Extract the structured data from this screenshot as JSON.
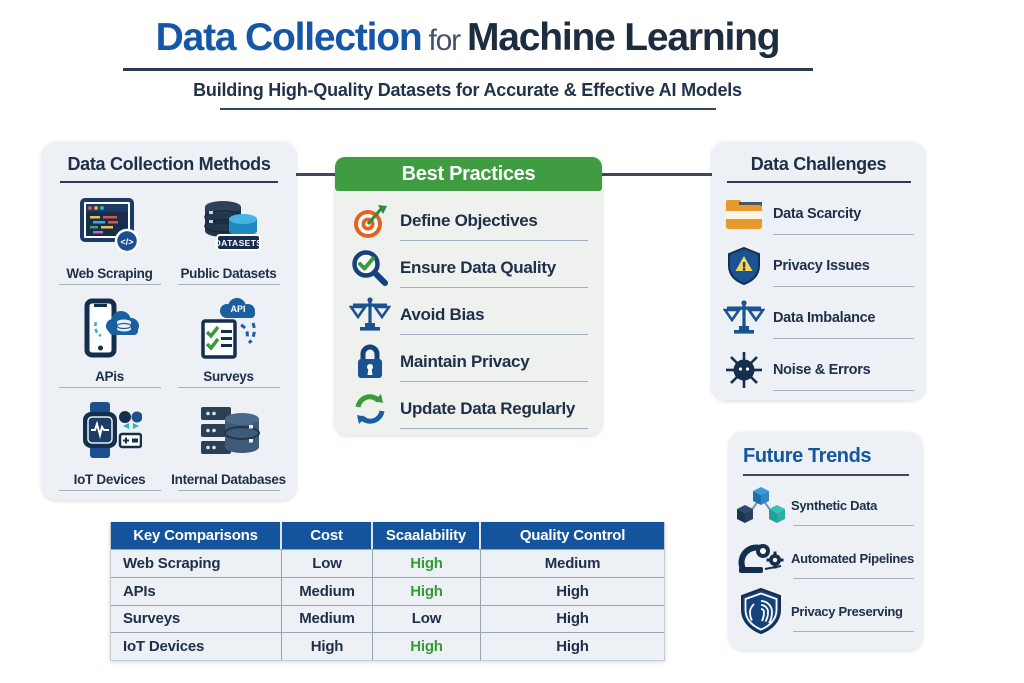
{
  "header": {
    "title_part1": "Data Collection",
    "title_part2": "for",
    "title_part3": "Machine Learning",
    "subtitle": "Building High-Quality Datasets for Accurate & Effective AI Models"
  },
  "methods": {
    "title": "Data Collection Methods",
    "items": [
      {
        "label": "Web Scraping",
        "icon": "web-scraping-icon",
        "badge": "</>"
      },
      {
        "label": "Public Datasets",
        "icon": "public-datasets-icon",
        "badge": "DATASETS"
      },
      {
        "label": "APis",
        "icon": "api-phone-icon"
      },
      {
        "label": "Surveys",
        "icon": "surveys-checklist-icon",
        "badge": "API"
      },
      {
        "label": "IoT Devices",
        "icon": "iot-devices-icon"
      },
      {
        "label": "Internal Databases",
        "icon": "internal-databases-icon"
      }
    ]
  },
  "best_practices": {
    "title": "Best Practices",
    "items": [
      {
        "label": "Define Objectives",
        "icon": "target-icon"
      },
      {
        "label": "Ensure Data Quality",
        "icon": "magnifier-check-icon"
      },
      {
        "label": "Avoid Bias",
        "icon": "balance-scale-icon"
      },
      {
        "label": "Maintain Privacy",
        "icon": "padlock-icon"
      },
      {
        "label": "Update Data Regularly",
        "icon": "refresh-arrows-icon"
      }
    ]
  },
  "challenges": {
    "title": "Data Challenges",
    "items": [
      {
        "label": "Data Scarcity",
        "icon": "folder-icon"
      },
      {
        "label": "Privacy Issues",
        "icon": "shield-warning-icon"
      },
      {
        "label": "Data Imbalance",
        "icon": "balance-scale-icon"
      },
      {
        "label": "Noise & Errors",
        "icon": "noise-burst-icon"
      }
    ]
  },
  "future_trends": {
    "title": "Future Trends",
    "items": [
      {
        "label": "Synthetic Data",
        "icon": "cubes-icon"
      },
      {
        "label": "Automated Pipelines",
        "icon": "robot-arm-gear-icon"
      },
      {
        "label": "Privacy Preserving",
        "icon": "fingerprint-shield-icon"
      }
    ]
  },
  "comparison_table": {
    "columns": [
      "Key Comparisons",
      "Cost",
      "Scaalability",
      "Quality Control"
    ],
    "rows": [
      {
        "method": "Web Scraping",
        "cost": "Low",
        "scalability": "High",
        "scalability_highlight": true,
        "quality": "Medium"
      },
      {
        "method": "APIs",
        "cost": "Medium",
        "scalability": "High",
        "scalability_highlight": true,
        "quality": "High"
      },
      {
        "method": "Surveys",
        "cost": "Medium",
        "scalability": "Low",
        "scalability_highlight": false,
        "quality": "High"
      },
      {
        "method": "IoT Devices",
        "cost": "High",
        "scalability": "High",
        "scalability_highlight": true,
        "quality": "High"
      }
    ]
  },
  "colors": {
    "title_blue": "#1557A6",
    "navy_text": "#1E2C40",
    "green_header": "#3F9C40",
    "table_header_blue": "#14549D",
    "green_high": "#379B37",
    "panel_bg": "#EDF0F5",
    "orange": "#E2631F"
  }
}
